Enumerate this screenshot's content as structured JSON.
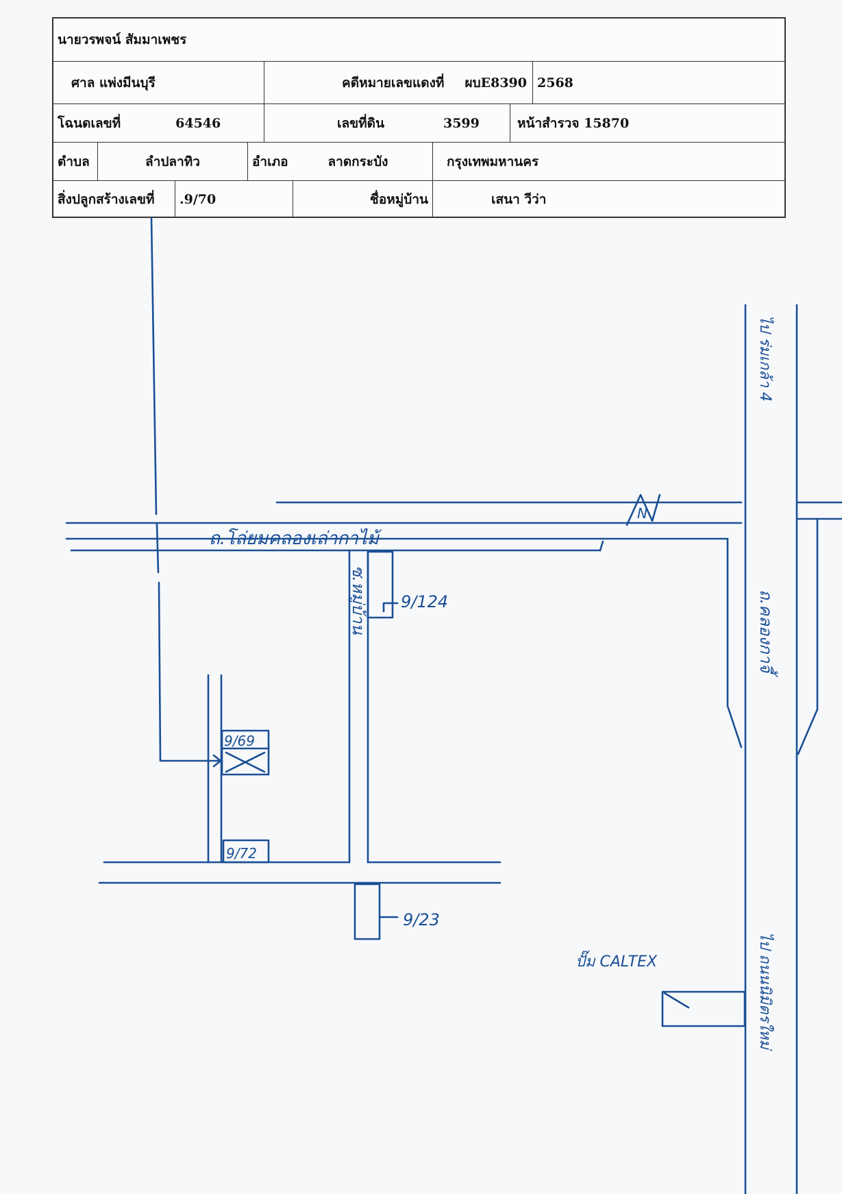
{
  "header": {
    "owner_name": "นายวรพจน์ สัมมาเพชร",
    "court": "ศาล แพ่งมีนบุรี",
    "case_label": "คดีหมายเลขแดงที่",
    "case_number": "ผบE8390",
    "case_year": "2568",
    "deed_label": "โฉนดเลขที่",
    "deed_number": "64546",
    "land_no_label": "เลขที่ดิน",
    "land_no": "3599",
    "survey_label": "หน้าสำรวจ 15870",
    "subdistrict_label": "ตำบล",
    "subdistrict": "ลำปลาทิว",
    "district_label": "อำเภอ",
    "district": "ลาดกระบัง",
    "province": "กรุงเทพมหานคร",
    "building_label": "สิ่งปลูกสร้างเลขที่",
    "building_no": ".9/70",
    "village_label": "ชื่อหมู่บ้าน",
    "village": "เสนา วีว่า"
  },
  "map": {
    "north_symbol": "N",
    "road_main_label": "ถ.โล่ยมคลองเล่ากาไม้",
    "soi_label": "ซ.หมู่บ้าน",
    "right_road_label": "ถ.คลองกาจี้",
    "to_label_top": "ไป ร่มเกล้า 4",
    "to_label_bottom": "ไป ถนนนิมิตรใหม่",
    "house_target": "9/69",
    "house_near": "9/72",
    "house_124": "9/124",
    "house_23": "9/23",
    "landmark": "ปั๊ม CALTEX"
  }
}
